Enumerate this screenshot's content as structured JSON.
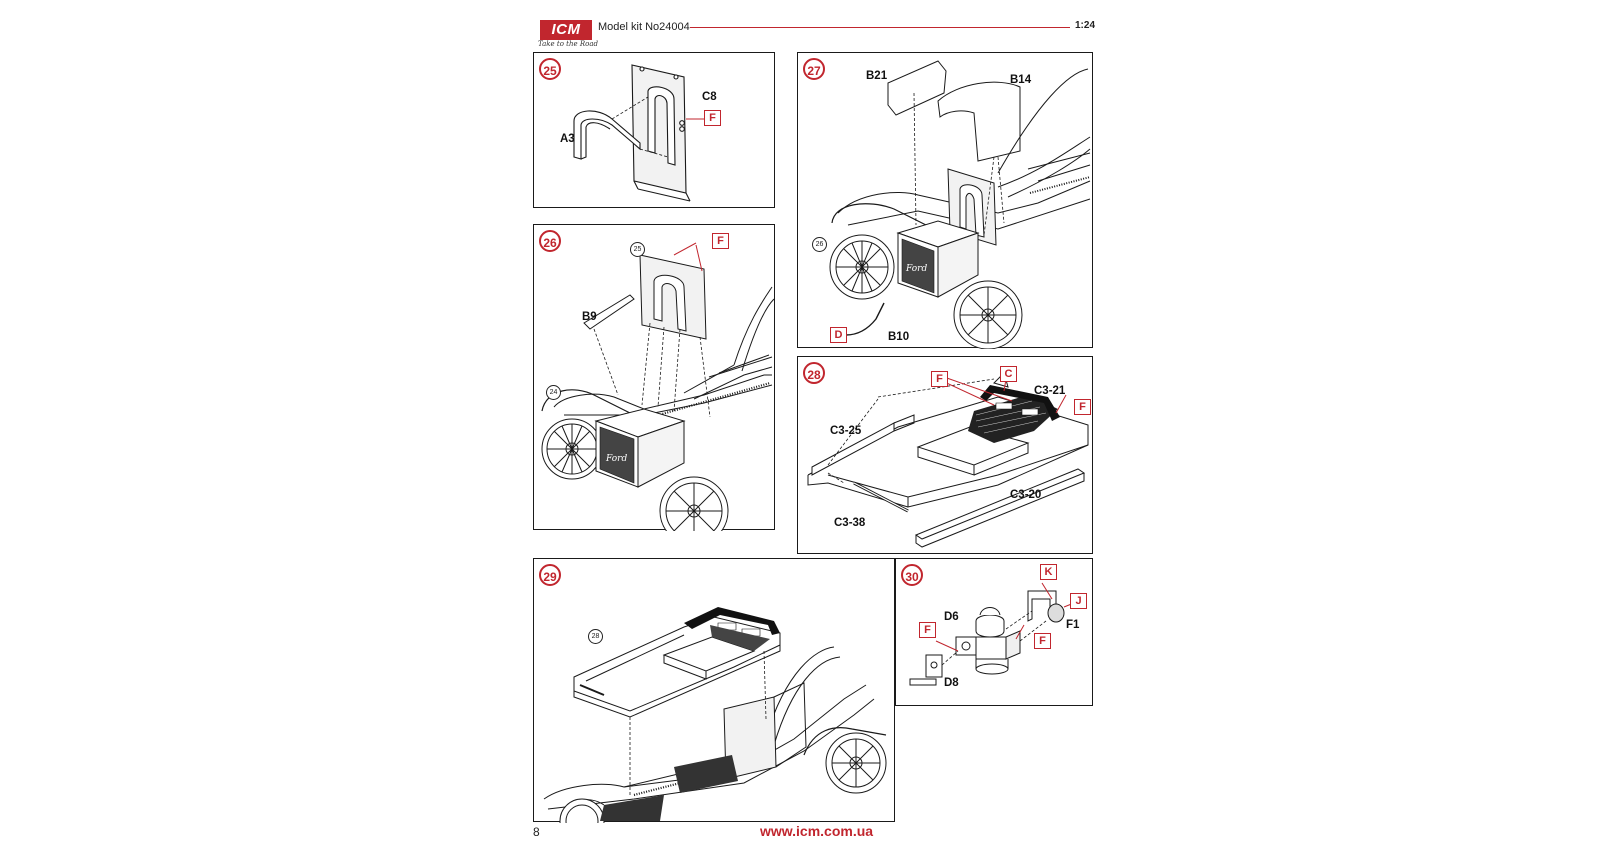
{
  "header": {
    "logo": "ICM",
    "logo_tagline": "Take to the Road",
    "kit_label": "Model kit No24004",
    "scale": "1:24"
  },
  "footer": {
    "page_number": "8",
    "url": "www.icm.com.ua"
  },
  "steps": {
    "s25": {
      "number": "25",
      "labels": {
        "c8": "C8",
        "a3": "A3"
      },
      "tags": {
        "f": "F"
      }
    },
    "s26": {
      "number": "26",
      "refs": {
        "r25": "25",
        "r24": "24"
      },
      "labels": {
        "b9": "B9"
      },
      "tags": {
        "f": "F"
      }
    },
    "s27": {
      "number": "27",
      "refs": {
        "r26": "26"
      },
      "labels": {
        "b21": "B21",
        "b14": "B14",
        "b10": "B10"
      },
      "tags": {
        "d": "D"
      }
    },
    "s28": {
      "number": "28",
      "labels": {
        "c321": "C3-21",
        "c325": "C3-25",
        "c320": "C3-20",
        "c338": "C3-38"
      },
      "tags": {
        "f1": "F",
        "c": "C",
        "f2": "F"
      }
    },
    "s29": {
      "number": "29",
      "refs": {
        "r28": "28"
      }
    },
    "s30": {
      "number": "30",
      "labels": {
        "d6": "D6",
        "f1": "F1",
        "d8": "D8"
      },
      "tags": {
        "k": "K",
        "j": "J",
        "f1": "F",
        "f2": "F"
      }
    }
  },
  "colors": {
    "accent": "#c1262e",
    "line": "#1a1a1a"
  }
}
